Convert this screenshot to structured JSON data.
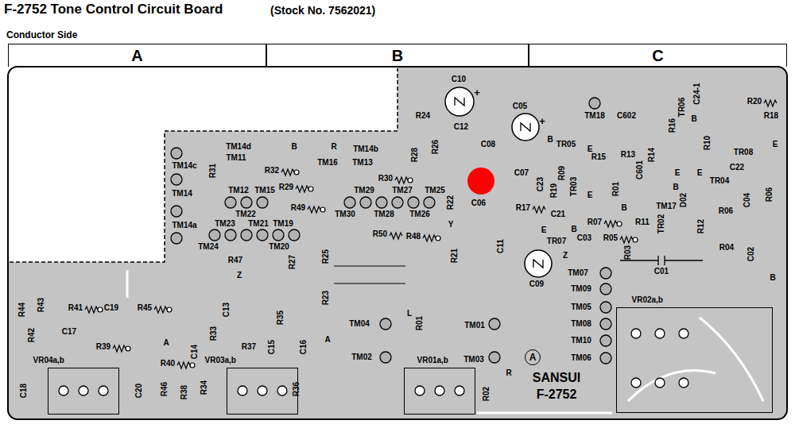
{
  "diagram": {
    "title": "F-2752 Tone Control Circuit Board",
    "nodes": [
      {
        "text": [
          "A"
        ]
      },
      {
        "text": [
          "B"
        ]
      },
      {
        "text": [
          "C"
        ]
      },
      {
        "text": [
          "VR02a,b"
        ]
      },
      {
        "text": [
          "A"
        ]
      },
      {
        "text": [
          "VR04a,b"
        ]
      },
      {
        "text": [
          "VR03a,b"
        ]
      },
      {
        "text": [
          "VR01a,b"
        ]
      }
    ],
    "labels": [
      "(Stock No. 7562021)",
      "Conductor Side",
      "TM14d",
      "TM11",
      "B",
      "R",
      "TM14b",
      "R32",
      "TM16",
      "TM13",
      "R31",
      "TM14c",
      "TM12",
      "TM15",
      "R29",
      "R30",
      "TM29",
      "TM27",
      "TM25",
      "TM14",
      "TM22",
      "R49",
      "TM30",
      "TM28",
      "TM26",
      "TM23",
      "TM21",
      "TM19",
      "TM14a",
      "R50",
      "R48",
      "TM24",
      "TM20",
      "R47",
      "Z",
      "R27",
      "R25",
      "R23",
      "R22",
      "Y",
      "R21",
      "C10",
      "+",
      "R24",
      "C12",
      "R28",
      "R26",
      "C08",
      "C05",
      "+",
      "TM18",
      "C602",
      "TR06",
      "C24-1",
      "R20",
      "R18",
      "B",
      "R16",
      "R10",
      "E",
      "TR05",
      "B",
      "E",
      "R15",
      "R13",
      "R14",
      "TR08",
      "C22",
      "C07",
      "C601",
      "E",
      "E",
      "R09",
      "TR03",
      "C23",
      "R19",
      "R01",
      "E",
      "B",
      "TR04",
      "D02",
      "B",
      "C04",
      "R06",
      "C06",
      "R17",
      "C21",
      "TM17",
      "R06",
      "R07",
      "TR02",
      "R11",
      "R12",
      "E",
      "B",
      "TR07",
      "C03",
      "R05",
      "R03",
      "C11",
      "R04",
      "C02",
      "B",
      "C09",
      "Z",
      "TM07",
      "C01",
      "TM09",
      "TM05",
      "TM08",
      "TM10",
      "TM06",
      "TM04",
      "L",
      "R01",
      "TM01",
      "TM02",
      "TM03",
      "R",
      "R02",
      "SANSUI",
      "F-2752",
      "C13",
      "R35",
      "R33",
      "R37",
      "C15",
      "C16",
      "A",
      "R44",
      "R43",
      "R41",
      "C19",
      "R45",
      "R42",
      "C17",
      "R39",
      "A",
      "C14",
      "R40",
      "C18",
      "C20",
      "R46",
      "R38",
      "R34",
      "R36"
    ]
  }
}
